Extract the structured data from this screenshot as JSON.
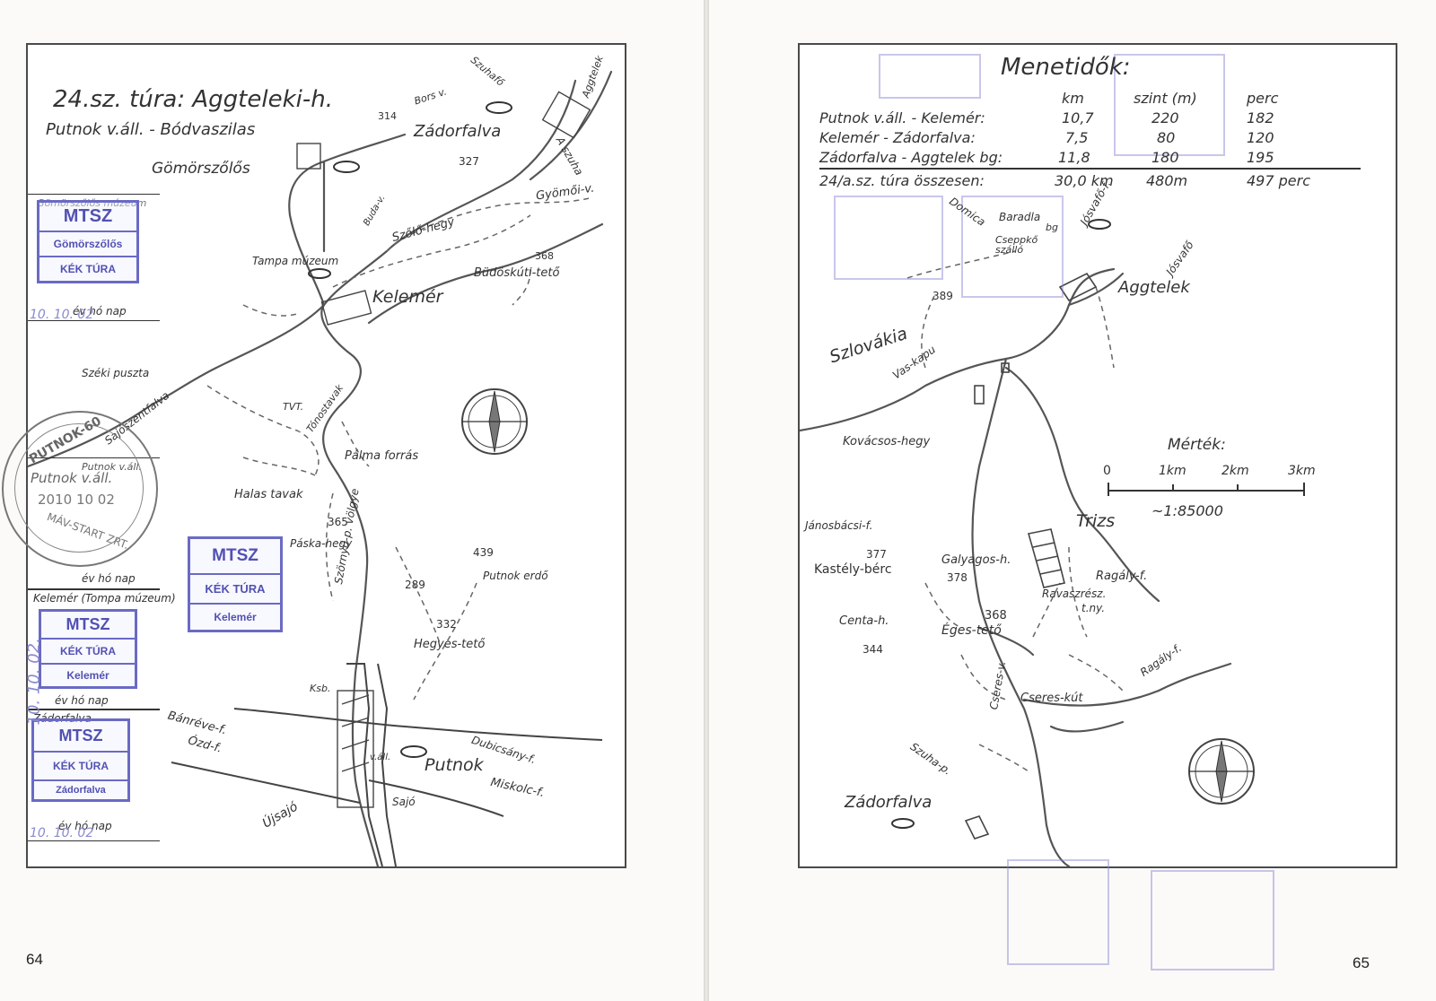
{
  "pages": {
    "left_number": "64",
    "right_number": "65"
  },
  "left_map": {
    "title": "24.sz. túra: Aggteleki-h.",
    "subtitle": "Putnok v.áll. - Bódvaszilas",
    "places": {
      "gomorszolos": "Gömörszőlős",
      "zadorfalva": "Zádorfalva",
      "kelemer": "Kelemér",
      "putnok": "Putnok",
      "szeki_puszta": "Széki puszta",
      "tampa_museum": "Tampa múzeum",
      "szolo_hegy": "Szőlő-hegy",
      "budoskuti_teto": "Büdöskúti-tető",
      "gyomoi_v": "Gyömői-v.",
      "borsv": "Bors v.",
      "szuhafo": "Szuhafő",
      "aggtelek": "Aggtelek",
      "a_szuha": "A szuha",
      "buda_v": "Buda-v.",
      "tvt": "TVT.",
      "tonostavak": "Tónostavak",
      "palma_forras": "Pálma forrás",
      "halas_tavak": "Halas tavak",
      "paska_hegy": "Páska-hegy",
      "szornyu_p_volgye": "Szörnyű-p. völgye",
      "putnok_erdo": "Putnok erdő",
      "hegyes_teto": "Hegyes-tető",
      "banreve_f": "Bánréve-f.",
      "ozd_f": "Ózd-f.",
      "dubicsany_f": "Dubicsány-f.",
      "miskolc_f": "Miskolc-f.",
      "ujsajo": "Újsajó",
      "sajo": "Sajó",
      "sajoszentfalva": "Sajószentfalva",
      "ksb": "Ksb.",
      "vall": "v.áll."
    },
    "elevations": [
      "314",
      "327",
      "368",
      "365",
      "439",
      "289",
      "332"
    ],
    "stamp_cells": [
      {
        "caption": "Gömörszőlős múzeum",
        "stamp": [
          "MTSZ",
          "Gömörszőlős",
          "KÉK TÚRA"
        ],
        "footer": "év hó nap",
        "handwritten": "10. 10. 02"
      },
      {
        "caption": "Putnok v.áll.",
        "stamp_round": [
          "PUTNOK-60",
          "Putnok v.áll.",
          "2010 10 02",
          "MÁV-START ZRT."
        ],
        "footer": "év hó nap"
      },
      {
        "caption": "Kelemér (Tompa múzeum)",
        "stamp": [
          "MTSZ",
          "KÉK TÚRA",
          "Kelemér"
        ],
        "footer": "év hó nap",
        "handwritten": "10. 10. 02."
      },
      {
        "caption": "Zádorfalva",
        "stamp": [
          "MTSZ",
          "KÉK TÚRA",
          "Zádorfalva"
        ],
        "footer": "év hó nap",
        "handwritten": "10. 10. 02"
      }
    ],
    "center_stamp": [
      "MTSZ",
      "KÉK TÚRA",
      "Kelemér"
    ]
  },
  "right_map": {
    "times_title": "Menetidők:",
    "times_headers": [
      "km",
      "szint (m)",
      "perc"
    ],
    "times_rows": [
      {
        "route": "Putnok v.áll. - Kelemér:",
        "km": "10,7",
        "szint": "220",
        "perc": "182"
      },
      {
        "route": "Kelemér - Zádorfalva:",
        "km": "7,5",
        "szint": "80",
        "perc": "120"
      },
      {
        "route": "Zádorfalva - Aggtelek bg:",
        "km": "11,8",
        "szint": "180",
        "perc": "195"
      }
    ],
    "times_total": {
      "route": "24/a.sz. túra összesen:",
      "km": "30,0 km",
      "szint": "480m",
      "perc": "497 perc"
    },
    "scale_title": "Mérték:",
    "scale_ticks": [
      "0",
      "1km",
      "2km",
      "3km"
    ],
    "scale_ratio": "~1:85000",
    "places": {
      "aggtelek": "Aggtelek",
      "josvafo": "Jósvafő",
      "josvafo_f": "Jósvafő-f.",
      "baradla": "Baradla",
      "bg": "bg",
      "domica": "Domica",
      "cseppko_szallo": "Cseppkő szálló",
      "szlovakia": "Szlovákia",
      "vas_kapu": "Vas-kapu",
      "kovacsos_hegy": "Kovácsos-hegy",
      "trizs": "Trizs",
      "janosbacsi_f": "Jánosbácsi-f.",
      "kastely_berc": "Kastély-bérc",
      "galyagos_h": "Galyagos-h.",
      "ragaly_f": "Ragály-f.",
      "ravaszresz": "Ravaszrész.",
      "tny": "t.ny.",
      "centa_h": "Centa-h.",
      "eges_teto": "Éges-tető",
      "cseres_kut": "Cseres-kút",
      "cseres_v": "Cseres-v.",
      "ragaly_f2": "Ragály-f.",
      "szuha_p": "Szuha-p.",
      "zadorfalva": "Zádorfalva"
    },
    "elevations": [
      "389",
      "377",
      "378",
      "368",
      "344"
    ]
  },
  "colors": {
    "ink": "#3a3a3a",
    "stamp": "#5151b3",
    "stamp_faint": "#9a9ad8",
    "paper": "#fbfaf8"
  }
}
